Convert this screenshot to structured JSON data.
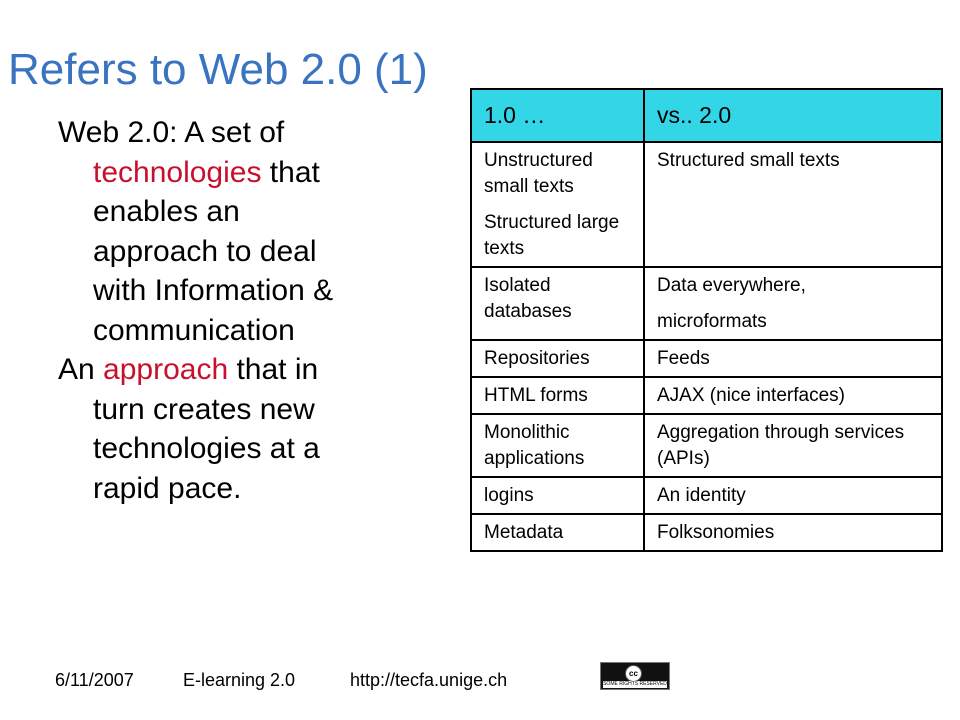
{
  "slide": {
    "title": "Refers to Web 2.0  (1)"
  },
  "body": {
    "p1": {
      "before": "Web 2.0: A set of ",
      "highlight": "technologies",
      "after": " that enables an approach to deal with Information & communication"
    },
    "p2": {
      "before": "An ",
      "highlight": "approach",
      "after": " that in turn creates new technologies at a rapid pace."
    }
  },
  "table": {
    "headers": [
      "1.0 …",
      "vs.. 2.0"
    ],
    "rows": [
      {
        "left": [
          "Unstructured small texts",
          "Structured large texts"
        ],
        "right": [
          "Structured small texts"
        ]
      },
      {
        "left": [
          "Isolated databases"
        ],
        "right": [
          "Data everywhere,",
          "microformats"
        ]
      },
      {
        "left": [
          "Repositories"
        ],
        "right": [
          "Feeds"
        ]
      },
      {
        "left": [
          "HTML forms"
        ],
        "right": [
          "AJAX (nice interfaces)"
        ]
      },
      {
        "left": [
          "Monolithic applications"
        ],
        "right": [
          "Aggregation through services (APIs)"
        ]
      },
      {
        "left": [
          "logins"
        ],
        "right": [
          "An identity"
        ]
      },
      {
        "left": [
          "Metadata"
        ],
        "right": [
          "Folksonomies"
        ]
      }
    ]
  },
  "footer": {
    "date": "6/11/2007",
    "course": "E-learning 2.0",
    "url": "http://tecfa.unige.ch"
  },
  "license": {
    "symbol": "cc",
    "text": "SOME RIGHTS RESERVED"
  },
  "colors": {
    "title": "#3a74c0",
    "highlight": "#c8102e",
    "table_header": "#33d6e6"
  }
}
